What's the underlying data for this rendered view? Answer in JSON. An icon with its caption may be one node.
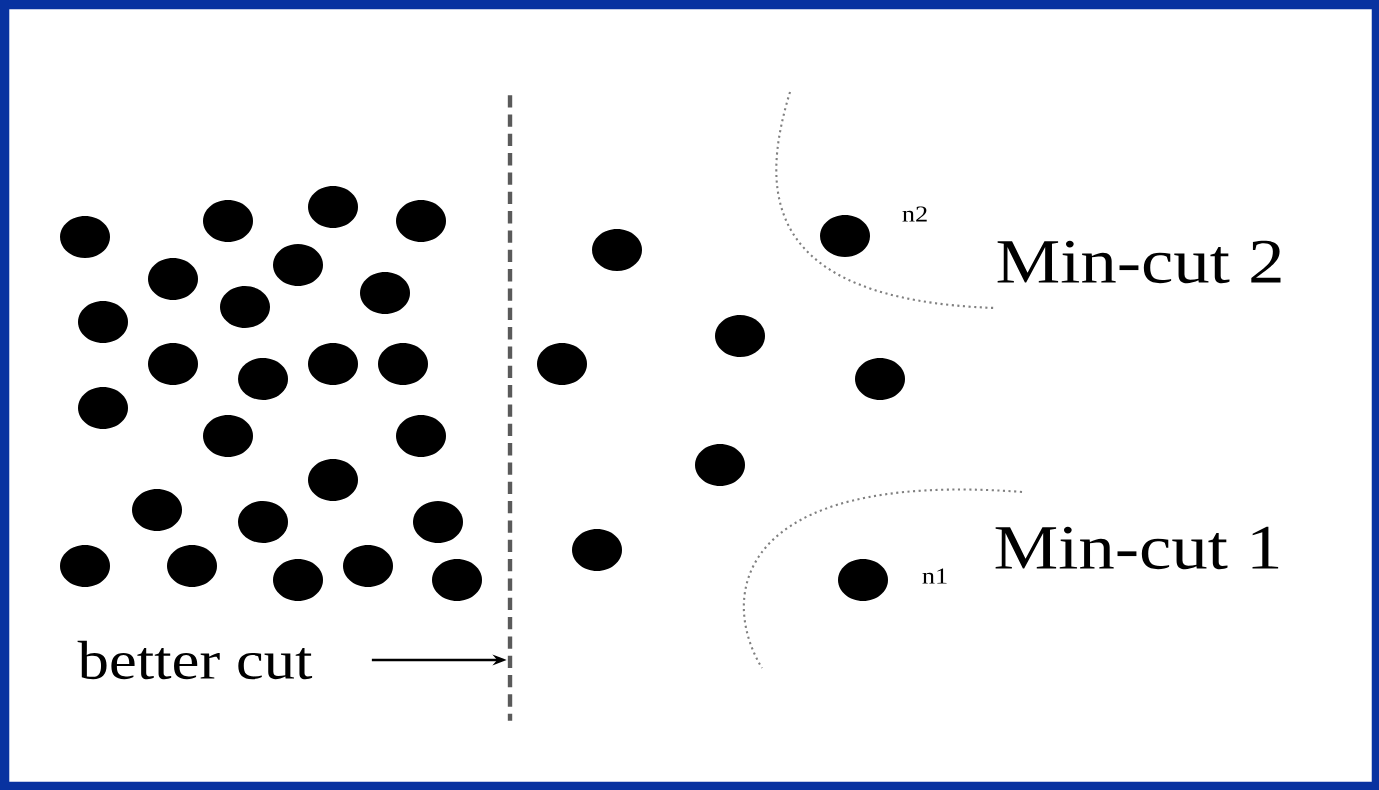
{
  "diagram": {
    "nodes": [
      {
        "text": [
          "better cut"
        ]
      },
      {
        "text": [],
        "shape": "bar"
      }
    ],
    "edges": [
      {
        "from": 0,
        "to": 1,
        "arrow": "to"
      }
    ],
    "labels": [
      "n2",
      "Min-cut 2",
      "Min-cut 1",
      "n1"
    ]
  }
}
